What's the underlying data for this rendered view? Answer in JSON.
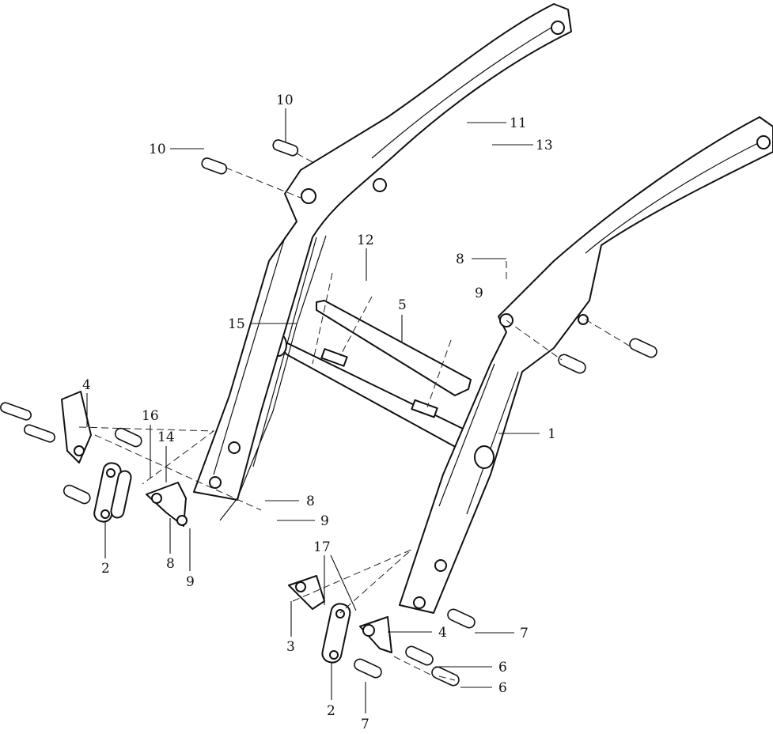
{
  "diagram": {
    "type": "exploded parts diagram - front loader boom",
    "callouts": [
      {
        "id": "10a",
        "label": "10"
      },
      {
        "id": "10b",
        "label": "10"
      },
      {
        "id": "11",
        "label": "11"
      },
      {
        "id": "13",
        "label": "13"
      },
      {
        "id": "12",
        "label": "12"
      },
      {
        "id": "8a",
        "label": "8"
      },
      {
        "id": "9a",
        "label": "9"
      },
      {
        "id": "5",
        "label": "5"
      },
      {
        "id": "15",
        "label": "15"
      },
      {
        "id": "1",
        "label": "1"
      },
      {
        "id": "4a",
        "label": "4"
      },
      {
        "id": "16",
        "label": "16"
      },
      {
        "id": "14",
        "label": "14"
      },
      {
        "id": "8b",
        "label": "8"
      },
      {
        "id": "9b",
        "label": "9"
      },
      {
        "id": "2a",
        "label": "2"
      },
      {
        "id": "8c",
        "label": "8"
      },
      {
        "id": "9c",
        "label": "9"
      },
      {
        "id": "17",
        "label": "17"
      },
      {
        "id": "4b",
        "label": "4"
      },
      {
        "id": "7a",
        "label": "7"
      },
      {
        "id": "3",
        "label": "3"
      },
      {
        "id": "6a",
        "label": "6"
      },
      {
        "id": "6b",
        "label": "6"
      },
      {
        "id": "2b",
        "label": "2"
      },
      {
        "id": "7b",
        "label": "7"
      }
    ]
  }
}
